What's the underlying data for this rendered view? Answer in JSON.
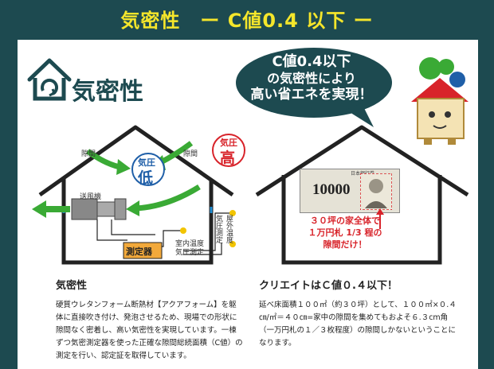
{
  "header": {
    "title": "気密性　ー C値0.4 以下 ー"
  },
  "left": {
    "heading": "気密性",
    "labels": {
      "gap_left": "隙間",
      "gap_right": "隙間",
      "low_top": "気圧",
      "low_bottom": "低",
      "high_top": "気圧",
      "high_bottom": "高",
      "fan": "送風機",
      "meter": "測定器",
      "outdoor": "屋外温度\n気圧測定",
      "indoor": "室内温度\n気圧測定"
    },
    "section_title": "気密性",
    "section_body": "硬質ウレタンフォーム断熱材【アクアフォーム】を躯体に直接吹き付け、発泡させるため、現場での形状に隙間なく密着し、高い気密性を実現しています。一棟ずつ気密測定器を使った正確な隙間総続面積（C値）の測定を行い、認定証を取得しています。"
  },
  "right": {
    "bubble_line1": "C値0.4以下",
    "bubble_line2": "の気密性により",
    "bubble_line3": "高い省エネを実現！",
    "banknote_value": "10000",
    "banknote_header": "日本銀行券",
    "caption_line1": "３０坪の家全体で",
    "caption_line2": "１万円札 1/3 程の",
    "caption_line3": "隙間だけ！",
    "section_title": "クリエイトはＣ値０.４以下！",
    "section_body": "延べ床面積１００㎡（約３０坪）として、１００㎡×０.４㎝/㎡＝４０㎝=家中の隙間を集めてもおよそ６.３cm角（一万円札の１／３枚程度）の隙間しかないということになります。"
  },
  "colors": {
    "background": "#1d4a50",
    "title": "#f5e62b",
    "arrow_green": "#3aaa35",
    "low_blue": "#1f5fa8",
    "high_red": "#d8232a"
  }
}
